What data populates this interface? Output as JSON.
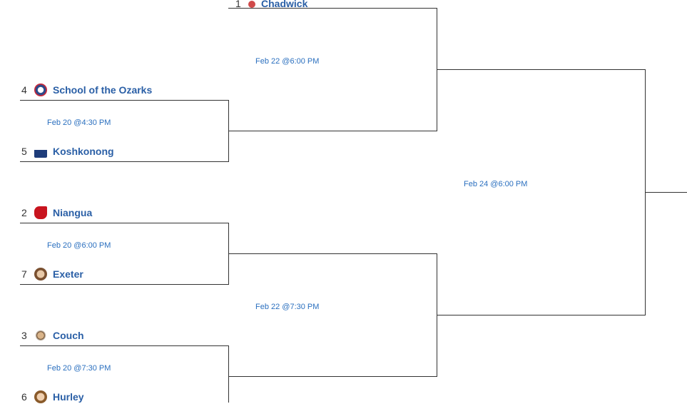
{
  "round1": [
    {
      "top": {
        "seed": "4",
        "name": "School of the Ozarks",
        "logo": "ozarks-logo"
      },
      "bottom": {
        "seed": "5",
        "name": "Koshkonong",
        "logo": "koshkonong-logo"
      },
      "date": "Feb 20 @4:30 PM"
    },
    {
      "top": {
        "seed": "2",
        "name": "Niangua",
        "logo": "niangua-logo"
      },
      "bottom": {
        "seed": "7",
        "name": "Exeter",
        "logo": "exeter-logo"
      },
      "date": "Feb 20 @6:00 PM"
    },
    {
      "top": {
        "seed": "3",
        "name": "Couch",
        "logo": "couch-logo"
      },
      "bottom": {
        "seed": "6",
        "name": "Hurley",
        "logo": "hurley-logo"
      },
      "date": "Feb 20 @7:30 PM"
    }
  ],
  "round2": [
    {
      "top": {
        "seed": "1",
        "name": "Chadwick"
      },
      "date": "Feb 22 @6:00 PM"
    },
    {
      "date": "Feb 22 @7:30 PM"
    }
  ],
  "round3": {
    "date": "Feb 24 @6:00 PM"
  },
  "colors": {
    "team": "#2a5fa6",
    "date": "#2a6fbf",
    "line": "#333333"
  }
}
